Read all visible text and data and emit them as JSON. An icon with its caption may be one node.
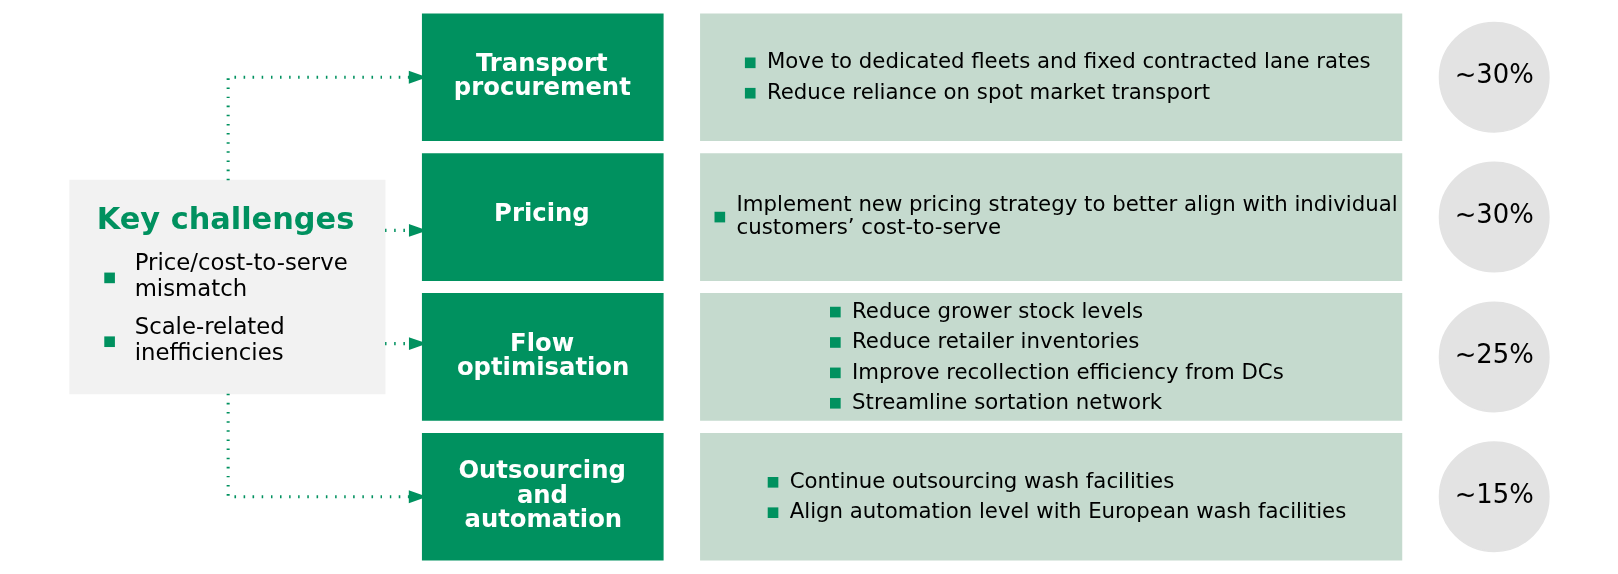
{
  "diagram": {
    "nodes": [
      {
        "text": [
          "Key challenges",
          "Price/cost-to-serve mismatch",
          "Scale-related inefficiencies"
        ]
      },
      {
        "text": [
          "Transport procurement"
        ]
      },
      {
        "text": [
          "Move to dedicated fleets and fixed contracted lane rates",
          "Reduce reliance on spot market transport"
        ]
      },
      {
        "text": [
          "~30%"
        ]
      },
      {
        "text": [
          "Pricing"
        ]
      },
      {
        "text": [
          "Implement new pricing strategy to better align with individual customers’ cost-to-serve"
        ]
      },
      {
        "text": [
          "~30%"
        ]
      },
      {
        "text": [
          "Flow optimisation"
        ]
      },
      {
        "text": [
          "Reduce grower stock levels",
          "Reduce retailer inventories",
          "Improve recollection efficiency from DCs",
          "Streamline sortation network"
        ]
      },
      {
        "text": [
          "~25%"
        ]
      },
      {
        "text": [
          "Outsourcing and automation"
        ]
      },
      {
        "text": [
          "Continue outsourcing wash facilities",
          "Align automation level with European wash facilities"
        ]
      },
      {
        "text": [
          "~15%"
        ]
      }
    ],
    "edges": [
      {
        "from": 0,
        "to": 1,
        "arrow": "to",
        "style": "dashed"
      },
      {
        "from": 0,
        "to": 4,
        "arrow": "to",
        "style": "dashed"
      },
      {
        "from": 0,
        "to": 7,
        "arrow": "to",
        "style": "dashed"
      },
      {
        "from": 0,
        "to": 10,
        "arrow": "to",
        "style": "dashed"
      }
    ]
  }
}
